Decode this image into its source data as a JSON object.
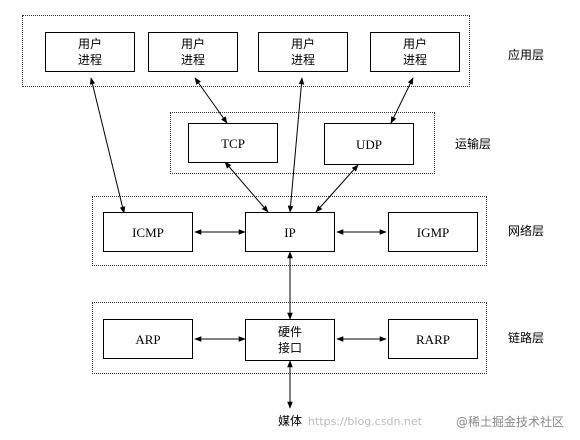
{
  "layers": {
    "application": "应用层",
    "transport": "运输层",
    "network": "网络层",
    "link": "链路层"
  },
  "boxes": {
    "user_process_1": "用户\n进程",
    "user_process_2": "用户\n进程",
    "user_process_3": "用户\n进程",
    "user_process_4": "用户\n进程",
    "tcp": "TCP",
    "udp": "UDP",
    "icmp": "ICMP",
    "ip": "IP",
    "igmp": "IGMP",
    "arp": "ARP",
    "hw_interface": "硬件\n接口",
    "rarp": "RARP"
  },
  "media_label": "媒体",
  "watermark": {
    "url": "https://blog.csdn.net",
    "community": "@稀土掘金技术社区"
  }
}
